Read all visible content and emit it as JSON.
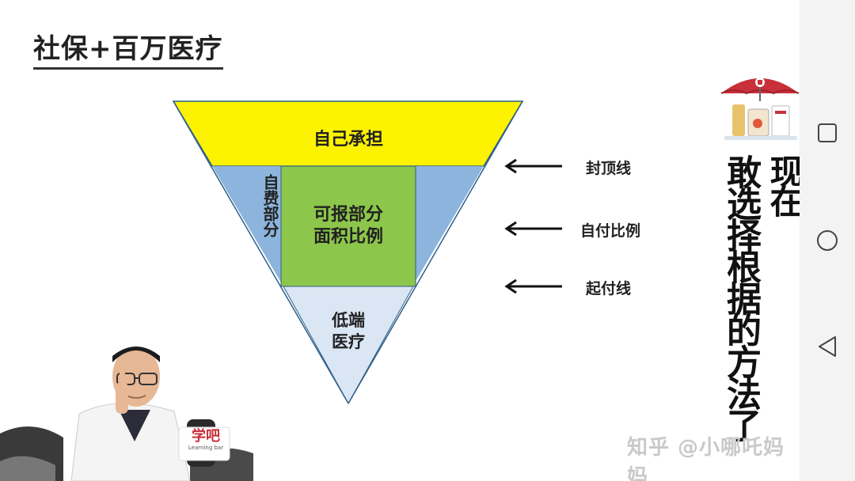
{
  "slide": {
    "title": "社保+百万医疗",
    "pyramid": {
      "top_band": "自己承担",
      "left_side": "自费部分",
      "center_line1": "可报部分",
      "center_line2": "面积比例",
      "bottom_line1": "低端",
      "bottom_line2": "医疗"
    },
    "arrows": [
      {
        "label": "封顶线"
      },
      {
        "label": "自付比例"
      },
      {
        "label": "起付线"
      }
    ],
    "side_text": {
      "col1": "现在",
      "col2": "敢选择根据的方法了"
    },
    "presenter_logo": {
      "text": "学吧",
      "sub": "Learning bar"
    },
    "watermark": "知乎 @小哪吒妈妈"
  },
  "colors": {
    "top_band": "#fdf200",
    "side": "#8cb4dc",
    "center": "#8cc64a",
    "bottom": "#dbe6f4",
    "umbrella": "#c8303a"
  },
  "navbar": {
    "icons": [
      "recent-apps-icon",
      "home-icon",
      "back-icon"
    ]
  }
}
